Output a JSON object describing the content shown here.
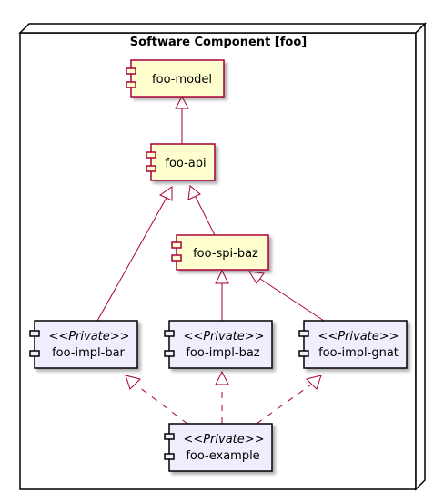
{
  "node": {
    "title": "Software Component [foo]"
  },
  "components": {
    "foo_model": {
      "label": "foo-model",
      "style": "public"
    },
    "foo_api": {
      "label": "foo-api",
      "style": "public"
    },
    "foo_spi_baz": {
      "label": "foo-spi-baz",
      "style": "public"
    },
    "foo_impl_bar": {
      "stereotype": "<<Private>>",
      "label": "foo-impl-bar",
      "style": "private"
    },
    "foo_impl_baz": {
      "stereotype": "<<Private>>",
      "label": "foo-impl-baz",
      "style": "private"
    },
    "foo_impl_gnat": {
      "stereotype": "<<Private>>",
      "label": "foo-impl-gnat",
      "style": "private"
    },
    "foo_example": {
      "stereotype": "<<Private>>",
      "label": "foo-example",
      "style": "private"
    }
  },
  "relations": [
    {
      "from": "foo-api",
      "to": "foo-model",
      "type": "inheritance",
      "line": "solid"
    },
    {
      "from": "foo-spi-baz",
      "to": "foo-api",
      "type": "inheritance",
      "line": "solid"
    },
    {
      "from": "foo-impl-bar",
      "to": "foo-api",
      "type": "inheritance",
      "line": "solid"
    },
    {
      "from": "foo-impl-baz",
      "to": "foo-spi-baz",
      "type": "inheritance",
      "line": "solid"
    },
    {
      "from": "foo-impl-gnat",
      "to": "foo-spi-baz",
      "type": "inheritance",
      "line": "solid"
    },
    {
      "from": "foo-example",
      "to": "foo-impl-bar",
      "type": "realization",
      "line": "dashed"
    },
    {
      "from": "foo-example",
      "to": "foo-impl-baz",
      "type": "realization",
      "line": "dashed"
    },
    {
      "from": "foo-example",
      "to": "foo-impl-gnat",
      "type": "realization",
      "line": "dashed"
    }
  ],
  "colors": {
    "public_fill": "#FEFECE",
    "public_border": "#A80036",
    "private_fill": "#EEEEFF",
    "private_border": "#000000",
    "edge": "#A80036",
    "node_border": "#000000",
    "shadow": "#C9C9C9"
  }
}
